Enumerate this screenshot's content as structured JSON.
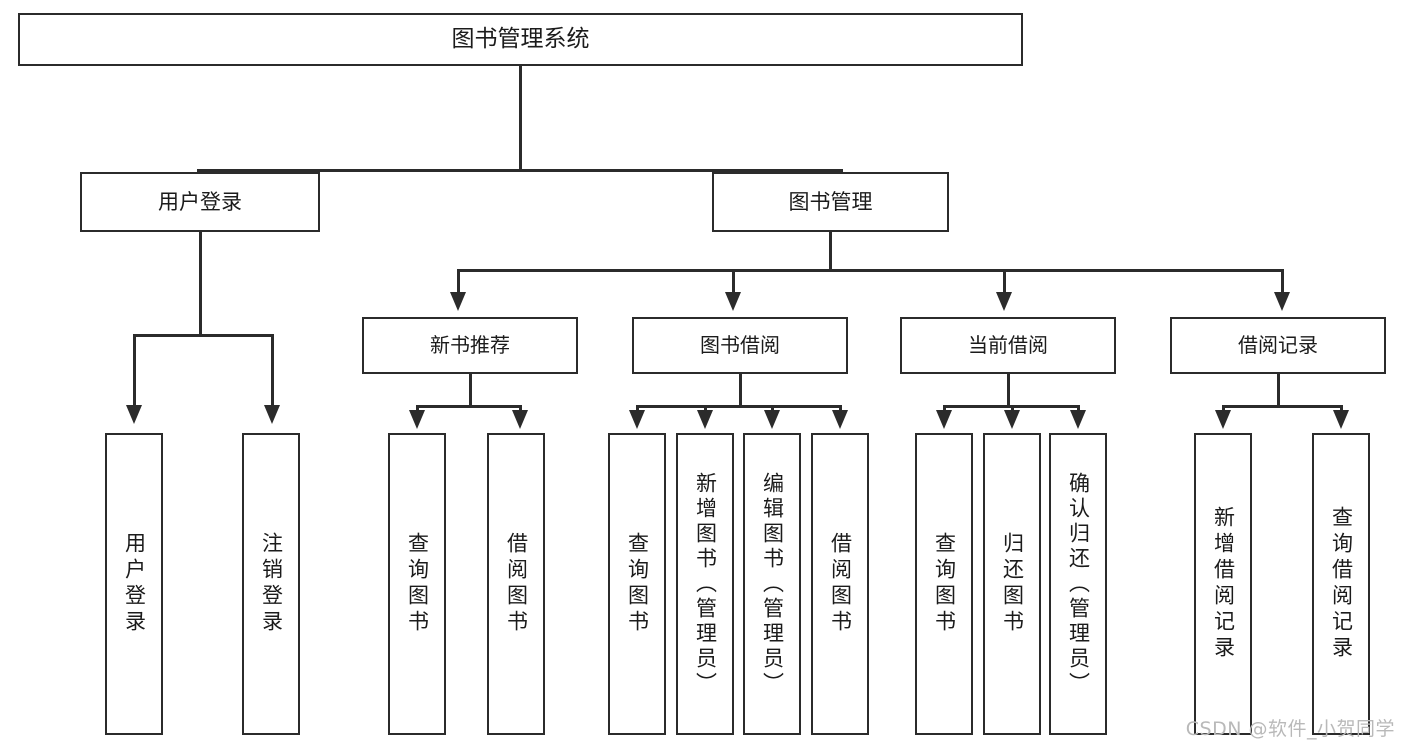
{
  "diagram": {
    "type": "tree-hierarchy-chart",
    "title": "图书管理系统",
    "watermark": "CSDN @软件_小贺同学",
    "colors": {
      "stroke": "#2b2b2b",
      "fill": "#ffffff",
      "text": "#1b1b1b",
      "watermark": "#b9b9b9"
    },
    "levels": {
      "root": {
        "label": "图书管理系统"
      },
      "level1": [
        {
          "label": "用户登录"
        },
        {
          "label": "图书管理"
        }
      ],
      "level2": [
        {
          "label": "新书推荐"
        },
        {
          "label": "图书借阅"
        },
        {
          "label": "当前借阅"
        },
        {
          "label": "借阅记录"
        }
      ],
      "leaves": {
        "user_login": [
          {
            "label": "用户登录"
          },
          {
            "label": "注销登录"
          }
        ],
        "new_book_recommend": [
          {
            "label": "查询图书"
          },
          {
            "label": "借阅图书"
          }
        ],
        "book_borrow": [
          {
            "label": "查询图书"
          },
          {
            "label": "新增图书（管理员）"
          },
          {
            "label": "编辑图书（管理员）"
          },
          {
            "label": "借阅图书"
          }
        ],
        "current_borrow": [
          {
            "label": "查询图书"
          },
          {
            "label": "归还图书"
          },
          {
            "label": "确认归还（管理员）"
          }
        ],
        "borrow_records": [
          {
            "label": "新增借阅记录"
          },
          {
            "label": "查询借阅记录"
          }
        ]
      }
    }
  }
}
